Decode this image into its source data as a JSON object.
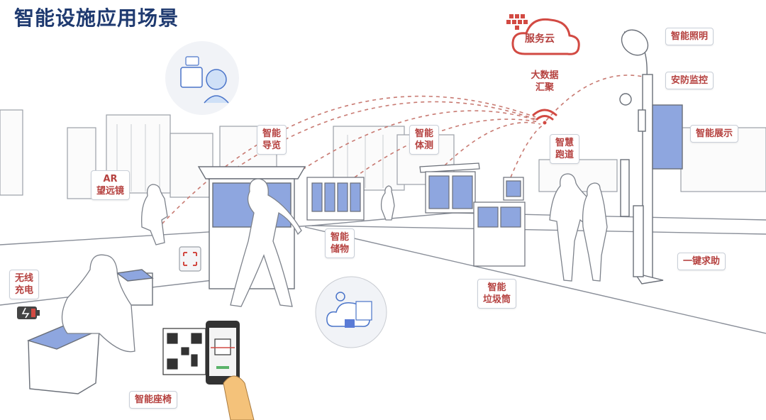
{
  "title": "智能设施应用场景",
  "cloud": {
    "label": "服务云"
  },
  "hub": {
    "line1": "大数据",
    "line2": "汇聚"
  },
  "tags": {
    "lighting": "智能照明",
    "monitoring": "安防监控",
    "display": "智能展示",
    "sos": "一键求助",
    "trash": [
      "智能",
      "垃圾筒"
    ],
    "runway": [
      "智慧",
      "跑道"
    ],
    "fitness": [
      "智能",
      "体测"
    ],
    "guide": [
      "智能",
      "导览"
    ],
    "storage": [
      "智能",
      "储物"
    ],
    "ar": [
      "AR",
      "望远镜"
    ],
    "wireless": [
      "无线",
      "充电"
    ],
    "seat": "智能座椅"
  },
  "colors": {
    "title": "#1f3a70",
    "label": "#b5413f",
    "accent": "#5a7bd6",
    "dash": "#c87a72"
  },
  "icons": [
    "cloud-icon",
    "wifi-icon",
    "chat-avatar-icon",
    "cloud-chip-icon",
    "qr-code-icon",
    "phone-icon",
    "battery-icon",
    "scan-frame-icon"
  ]
}
